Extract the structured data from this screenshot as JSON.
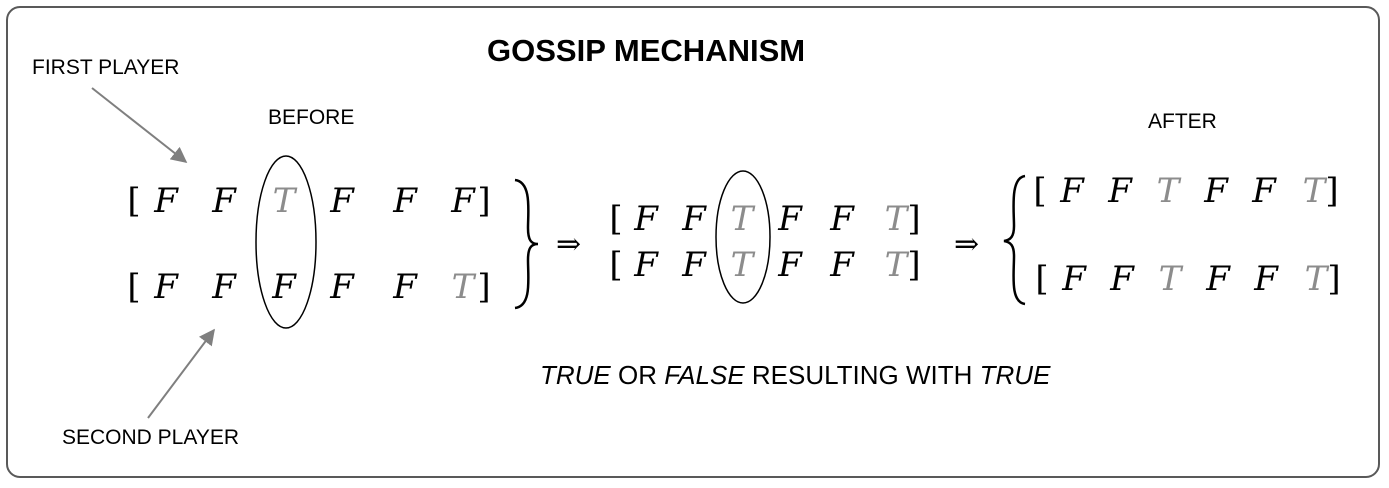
{
  "title": "GOSSIP MECHANISM",
  "labels": {
    "first_player": "FIRST PLAYER",
    "second_player": "SECOND PLAYER",
    "before": "BEFORE",
    "after": "AFTER"
  },
  "caption": {
    "part1": "TRUE",
    "part2": " OR ",
    "part3": "FALSE",
    "part4": " RESULTING WITH ",
    "part5": "TRUE"
  },
  "symbols": {
    "implies": "⇒",
    "bracket_open": "[",
    "bracket_close": "]"
  },
  "stages": {
    "before": {
      "first": [
        "F",
        "F",
        "T",
        "F",
        "F",
        "F"
      ],
      "second": [
        "F",
        "F",
        "F",
        "F",
        "F",
        "T"
      ]
    },
    "middle": {
      "first": [
        "F",
        "F",
        "T",
        "F",
        "F",
        "T"
      ],
      "second": [
        "F",
        "F",
        "T",
        "F",
        "F",
        "T"
      ]
    },
    "after": {
      "first": [
        "F",
        "F",
        "T",
        "F",
        "F",
        "T"
      ],
      "second": [
        "F",
        "F",
        "T",
        "F",
        "F",
        "T"
      ]
    }
  },
  "colors": {
    "false_value": "#000000",
    "true_value": "#8c8c8c",
    "frame": "#595959",
    "arrow": "#7f7f7f"
  }
}
